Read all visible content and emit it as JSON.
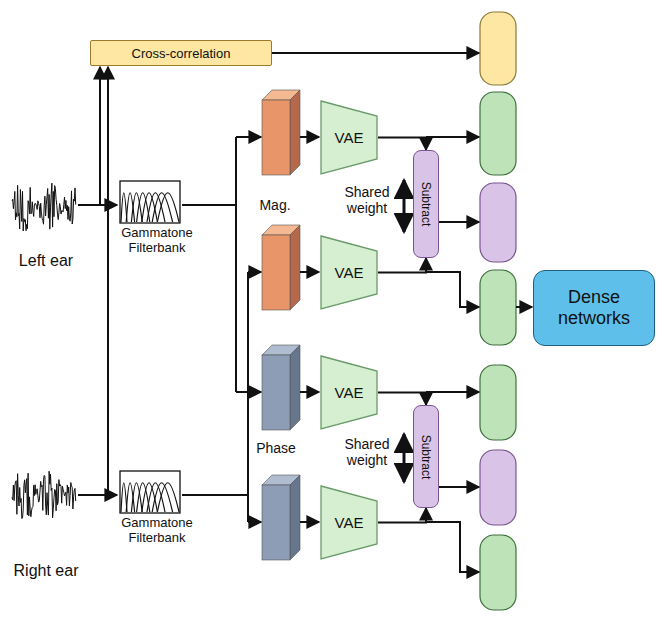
{
  "diagram": {
    "nodes": [
      {
        "text": [
          "Cross-correlation"
        ]
      },
      {
        "text": [
          "VAE"
        ]
      },
      {
        "text": [
          "VAE"
        ]
      },
      {
        "text": [
          "VAE"
        ]
      },
      {
        "text": [
          "VAE"
        ]
      },
      {
        "text": [
          "Subtract"
        ]
      },
      {
        "text": [
          "Subtract"
        ]
      },
      {
        "text": [
          "Dense networks"
        ]
      }
    ],
    "edges": [
      {
        "from": 1,
        "to": 5,
        "arrow": "to"
      },
      {
        "from": 2,
        "to": 5,
        "arrow": "to"
      },
      {
        "from": 3,
        "to": 6,
        "arrow": "to"
      },
      {
        "from": 4,
        "to": 6,
        "arrow": "to"
      }
    ],
    "labels": [
      "Left ear",
      "Gammatone Filterbank",
      "Mag.",
      "Shared weight",
      "Phase",
      "Shared weight",
      "Gammatone Filterbank",
      "Right ear"
    ]
  }
}
